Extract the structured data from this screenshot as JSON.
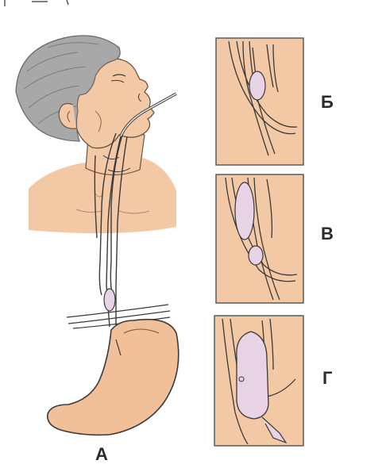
{
  "labels": {
    "a": "А",
    "b": "Б",
    "v": "В",
    "g": "Г"
  },
  "colors": {
    "skin": "#f3c8a4",
    "skin_dark": "#e9b089",
    "hair": "#9a9a9a",
    "line": "#3a3a3a",
    "panel_border": "#5a5a5a",
    "balloon": "#e7d3e3"
  }
}
